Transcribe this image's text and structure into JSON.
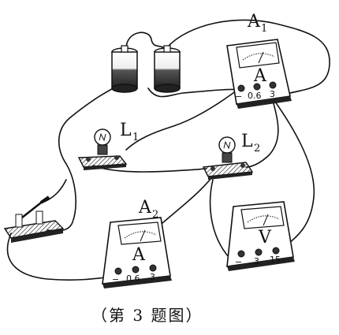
{
  "figure": {
    "caption": "（第 3 题图）",
    "components": {
      "ammeter_a1": {
        "letter": "A",
        "sub": "1",
        "dial_letter": "A",
        "terminals": [
          "−",
          "0.6",
          "3"
        ]
      },
      "ammeter_a2": {
        "letter": "A",
        "sub": "2",
        "dial_letter": "A",
        "terminals": [
          "−",
          "0.6",
          "3"
        ]
      },
      "voltmeter": {
        "dial_letter": "V",
        "terminals": [
          "−",
          "3",
          "15"
        ]
      },
      "lamp_l1": {
        "letter": "L",
        "sub": "1"
      },
      "lamp_l2": {
        "letter": "L",
        "sub": "2"
      },
      "battery": {
        "cells": 2
      },
      "switch": {
        "state": "open"
      }
    }
  }
}
